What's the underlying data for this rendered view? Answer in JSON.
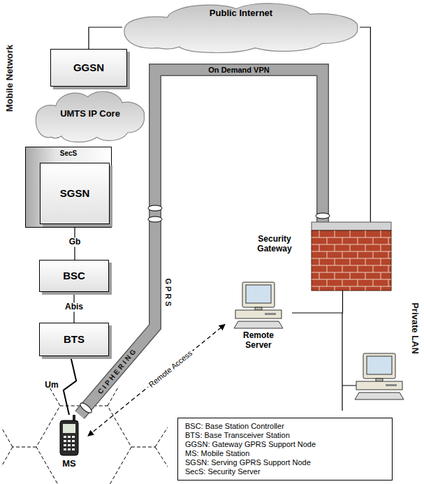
{
  "diagram": {
    "nodes": [
      {
        "text": [
          "Public Internet"
        ]
      },
      {
        "text": [
          "GGSN"
        ]
      },
      {
        "text": [
          "UMTS IP Core"
        ]
      },
      {
        "text": [
          "SecS"
        ]
      },
      {
        "text": [
          "SGSN"
        ],
        "in": 3
      },
      {
        "text": [
          "BSC"
        ]
      },
      {
        "text": [
          "BTS"
        ]
      },
      {
        "text": [
          "Security Gateway"
        ]
      },
      {
        "text": [
          "Remote Server"
        ]
      },
      {
        "text": [
          "MS"
        ]
      },
      {
        "text": [
          "BSC: Base Station Controller",
          "BTS: Base Transceiver Station",
          "GGSN: Gateway GPRS Support Node",
          "MS: Mobile Station",
          "SGSN: Serving GPRS Support Node",
          "SecS: Security Server"
        ]
      }
    ],
    "edges": [
      {
        "from": 1,
        "to": 0,
        "arrow": "none"
      },
      {
        "from": 0,
        "to": 7,
        "arrow": "none"
      },
      {
        "from": 4,
        "to": 5,
        "label": "Gb",
        "arrow": "none"
      },
      {
        "from": 5,
        "to": 6,
        "label": "Abis",
        "arrow": "none"
      },
      {
        "from": 6,
        "to": 9,
        "label": "Um",
        "arrow": "none"
      },
      {
        "from": 9,
        "to": 7,
        "label": "On Demand VPN",
        "arrow": "none"
      },
      {
        "from": 9,
        "to": 8,
        "label": "Remote Access",
        "arrow": "both"
      },
      {
        "from": 7,
        "to": 8,
        "arrow": "none"
      }
    ],
    "labels": [
      "Mobile Network",
      "Private LAN",
      "GPRS",
      "CIPHERING"
    ]
  }
}
